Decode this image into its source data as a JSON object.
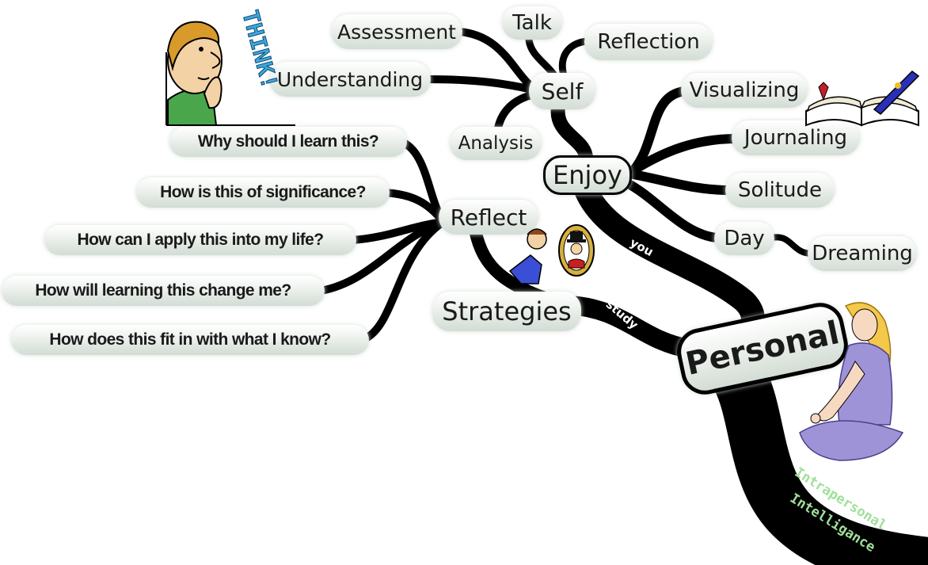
{
  "nodes": {
    "talk": "Talk",
    "reflection": "Reflection",
    "assessment": "Assessment",
    "understanding": "Understanding",
    "self": "Self",
    "analysis": "Analysis",
    "visualizing": "Visualizing",
    "journaling": "Journaling",
    "enjoy": "Enjoy",
    "solitude": "Solitude",
    "day": "Day",
    "dreaming": "Dreaming",
    "reflect": "Reflect",
    "strategies": "Strategies",
    "personal": "Personal",
    "q1": "Why should I learn this?",
    "q2": "How is this of significance?",
    "q3": "How can I apply this into my life?",
    "q4": "How will learning this change me?",
    "q5": "How does this fit in with what I know?"
  },
  "edge_labels": {
    "you": "you",
    "study": "study"
  },
  "branch_label": [
    "Intrapersonal",
    "Intelligance"
  ],
  "illustrations": {
    "think_cartoon": "THINK!"
  },
  "colors": {
    "branch": "#000000",
    "node_fill": "#dfe7e0",
    "think_letters": "#3fa7d8",
    "intrapersonal_text": "#9fe09a"
  }
}
